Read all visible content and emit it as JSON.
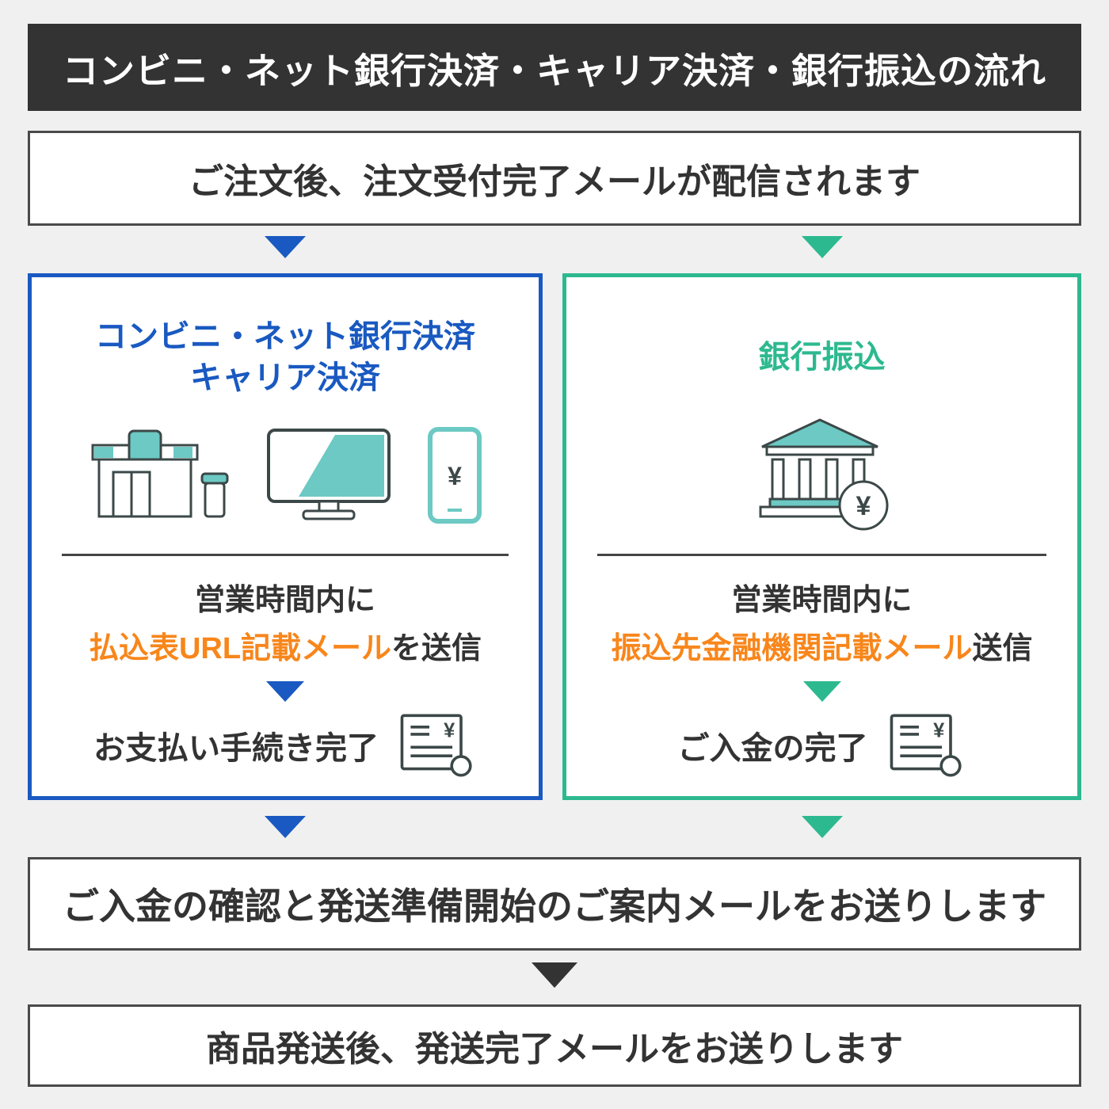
{
  "colors": {
    "background": "#f0f0f0",
    "banner_bg": "#333333",
    "blue_accent": "#1959c1",
    "green_accent": "#2db98f",
    "orange_highlight": "#f8861b",
    "icon_teal": "#6cc9c3",
    "text_dark": "#333333"
  },
  "symbols": {
    "yen": "¥"
  },
  "banner": {
    "title": "コンビニ・ネット銀行決済・キャリア決済・銀行振込の流れ"
  },
  "steps": {
    "order_received": "ご注文後、注文受付完了メールが配信されます",
    "payment_confirmed": "ご入金の確認と発送準備開始のご案内メールをお送りします",
    "shipped": "商品発送後、発送完了メールをお送りします"
  },
  "left_panel": {
    "title_line1": "コンビニ・ネット銀行決済",
    "title_line2": "キャリア決済",
    "notice_line1": "営業時間内に",
    "notice_highlight": "払込表URL記載メール",
    "notice_suffix": "を送信",
    "completion": "お支払い手続き完了"
  },
  "right_panel": {
    "title": "銀行振込",
    "notice_line1": "営業時間内に",
    "notice_highlight": "振込先金融機関記載メール",
    "notice_suffix": "送信",
    "completion": "ご入金の完了"
  }
}
